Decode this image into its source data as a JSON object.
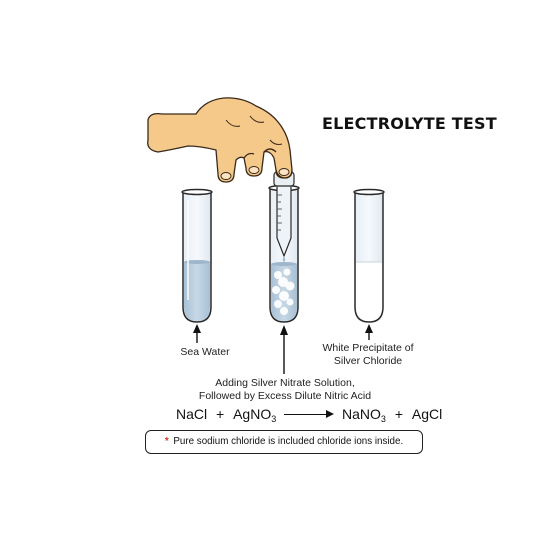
{
  "title": "ELECTROLYTE TEST",
  "labels": {
    "sea_water": "Sea Water",
    "white_precipitate_line1": "White Precipitate of",
    "white_precipitate_line2": "Silver Chloride",
    "adding_line1": "Adding Silver Nitrate Solution,",
    "adding_line2": "Followed by Excess Dilute Nitric Acid"
  },
  "equation": {
    "reactant1": "NaCl",
    "plus1": "+",
    "reactant2_base": "AgNO",
    "reactant2_sub": "3",
    "product1_base": "NaNO",
    "product1_sub": "3",
    "plus2": "+",
    "product2": "AgCl"
  },
  "note": {
    "marker": "*",
    "text": "Pure sodium chloride is included chloride ions inside."
  },
  "colors": {
    "sea_water": "#b9cfe0",
    "tube_outline": "#2a2a2a",
    "hand_skin": "#f5c98a",
    "precipitate": "#ffffff",
    "note_marker": "#d0342c"
  },
  "icons": [
    "hand-icon",
    "dropper-icon",
    "test-tube-icon",
    "arrow-up-icon"
  ]
}
